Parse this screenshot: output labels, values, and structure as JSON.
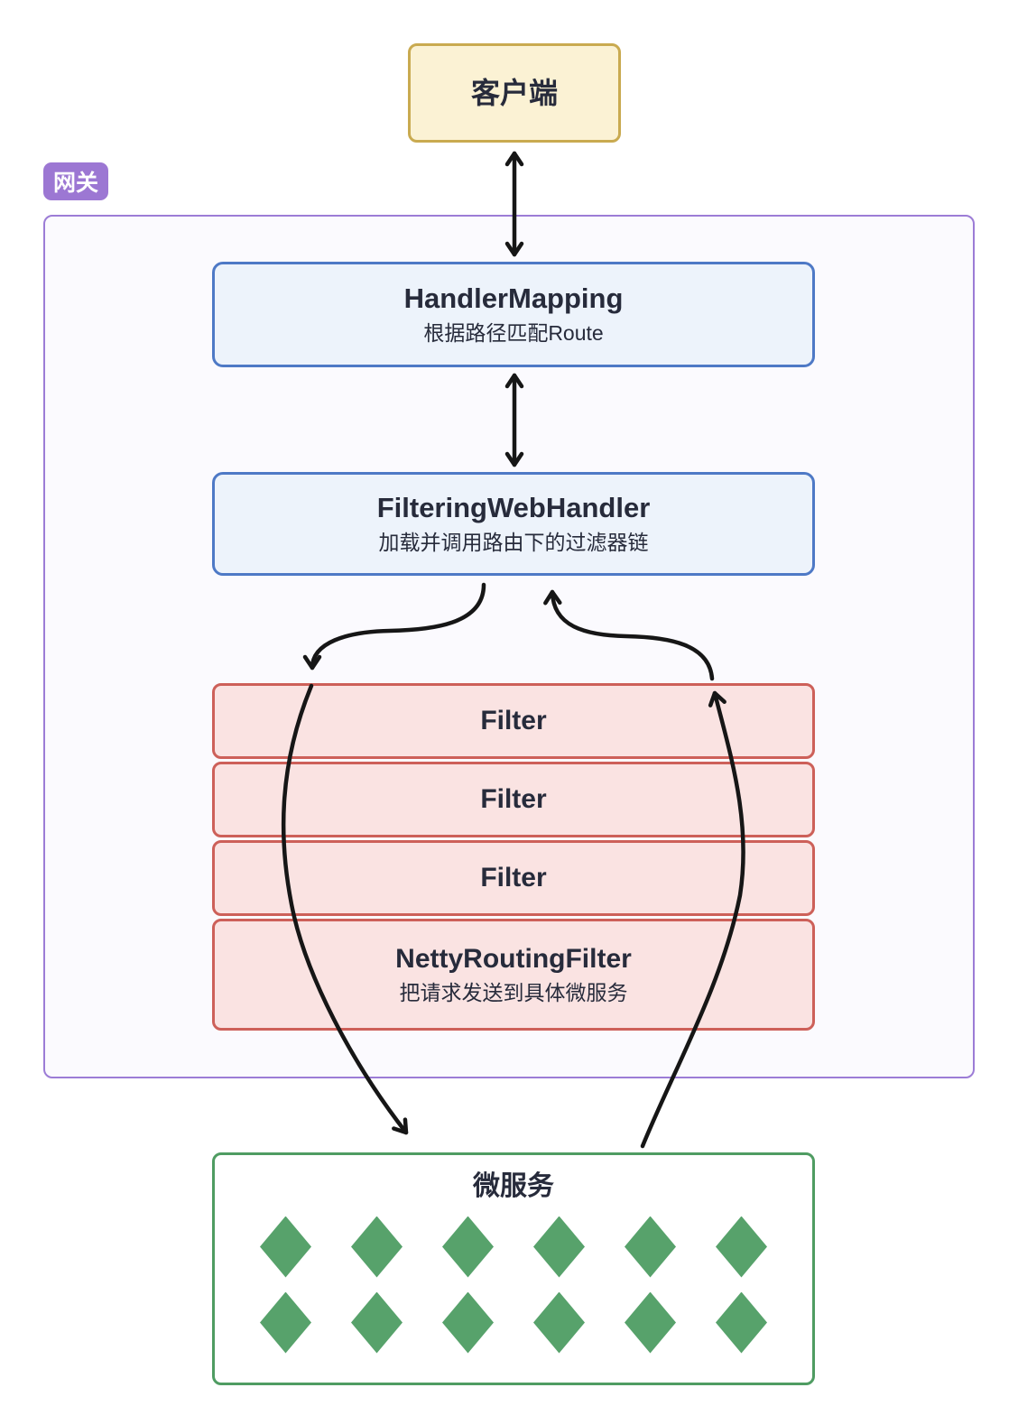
{
  "client": {
    "label": "客户端"
  },
  "gateway": {
    "badge": "网关",
    "handler_mapping": {
      "title": "HandlerMapping",
      "subtitle": "根据路径匹配Route"
    },
    "filtering_web_handler": {
      "title": "FilteringWebHandler",
      "subtitle": "加载并调用路由下的过滤器链"
    },
    "filters": [
      {
        "label": "Filter"
      },
      {
        "label": "Filter"
      },
      {
        "label": "Filter"
      }
    ],
    "netty_routing_filter": {
      "title": "NettyRoutingFilter",
      "subtitle": "把请求发送到具体微服务"
    }
  },
  "microservices": {
    "title": "微服务",
    "diamond_rows": 2,
    "diamond_cols": 6
  },
  "colors": {
    "ink": "#272b3b",
    "yellow_fill": "#fbf2d4",
    "yellow_border": "#c9aa50",
    "purple": "#9c77d3",
    "purple_border": "#9c7cd6",
    "purple_fill": "#fbfafe",
    "blue_fill": "#edf3fb",
    "blue_border": "#4e79c6",
    "red_fill": "#fae3e2",
    "red_border": "#cd6059",
    "green": "#57a26b",
    "green_border": "#4f9c62",
    "arrow": "#161616"
  }
}
